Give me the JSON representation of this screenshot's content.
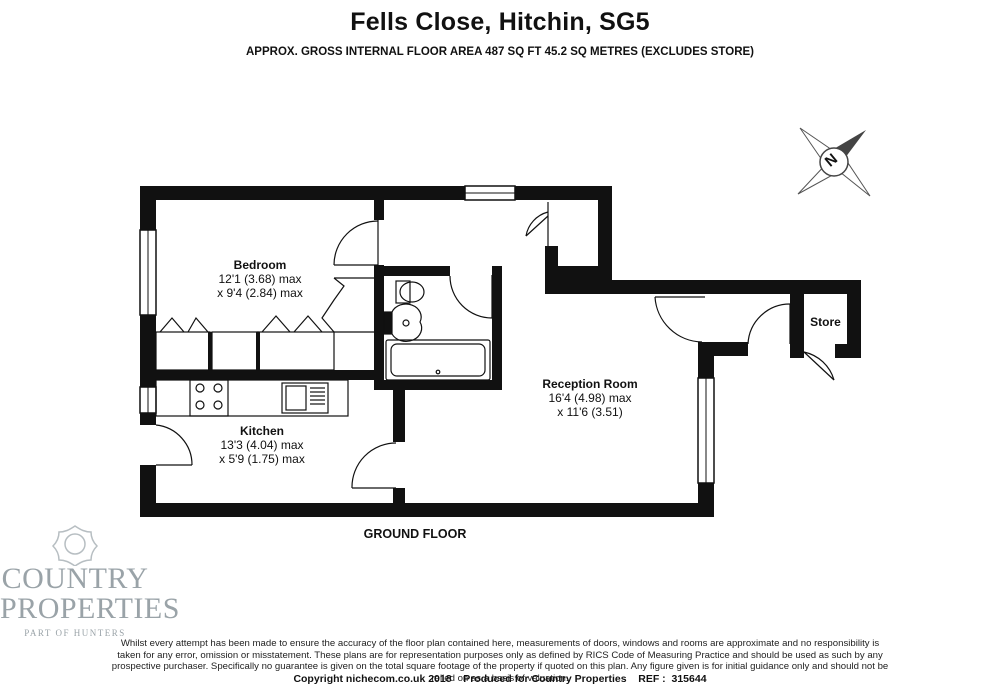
{
  "header": {
    "title": "Fells Close, Hitchin, SG5",
    "subtitle": "APPROX. GROSS INTERNAL FLOOR AREA 487 SQ FT 45.2 SQ METRES (EXCLUDES STORE)"
  },
  "rooms": {
    "bedroom": {
      "name": "Bedroom",
      "dim1": "12'1 (3.68) max",
      "dim2": "x 9'4 (2.84) max"
    },
    "kitchen": {
      "name": "Kitchen",
      "dim1": "13'3 (4.04) max",
      "dim2": "x 5'9 (1.75) max"
    },
    "reception": {
      "name": "Reception Room",
      "dim1": "16'4 (4.98) max",
      "dim2": "x 11'6 (3.51)"
    },
    "store": {
      "name": "Store"
    }
  },
  "floor_label": "GROUND FLOOR",
  "compass": {
    "letter": "N"
  },
  "logo": {
    "line1": "COUNTRY",
    "line2": "PROPERTIES",
    "line3": "PART OF HUNTERS"
  },
  "disclaimer": "Whilst every attempt has been made to ensure the accuracy of the floor plan contained here, measurements of doors, windows and rooms are approximate and no responsibility is taken for any error, omission or misstatement. These plans are for representation purposes only as defined by RICS Code of Measuring Practice and should be used as such by any prospective purchaser. Specifically no guarantee is given on the total square footage of the property if quoted on this plan. Any figure given is for initial guidance only and should not be relied on as a basis of valuation.",
  "footer": "Copyright nichecom.co.uk 2018    Produced for Country Properties    REF :  315644",
  "colors": {
    "wall": "#111111",
    "logo": "#9aa3a8"
  }
}
